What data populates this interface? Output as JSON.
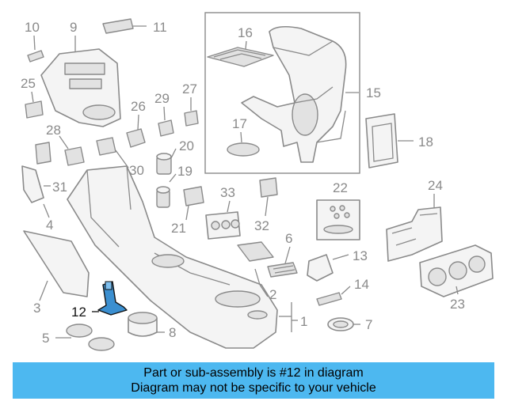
{
  "diagram": {
    "highlight_color": "#3b8fd0",
    "callouts": {
      "c1": "1",
      "c2": "2",
      "c3": "3",
      "c4": "4",
      "c5": "5",
      "c6": "6",
      "c7": "7",
      "c8": "8",
      "c9": "9",
      "c10": "10",
      "c11": "11",
      "c12": "12",
      "c13": "13",
      "c14": "14",
      "c15": "15",
      "c16": "16",
      "c17": "17",
      "c18": "18",
      "c19": "19",
      "c20": "20",
      "c21": "21",
      "c22": "22",
      "c23": "23",
      "c24": "24",
      "c25": "25",
      "c26": "26",
      "c27": "27",
      "c28": "28",
      "c29": "29",
      "c30": "30",
      "c31": "31",
      "c32": "32",
      "c33": "33"
    }
  },
  "banner": {
    "background": "#4db8f0",
    "line1": "Part or sub-assembly is #12 in diagram",
    "line2": "Diagram may not be specific to your vehicle"
  }
}
